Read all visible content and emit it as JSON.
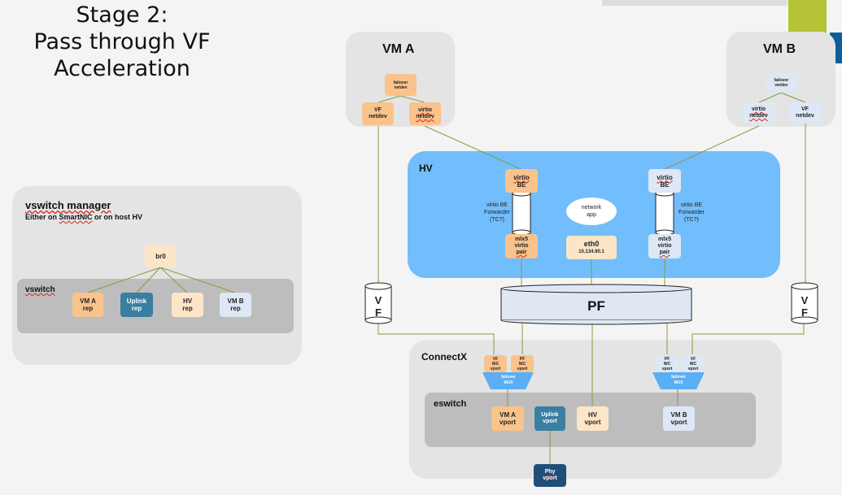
{
  "title": {
    "line1": "Stage 2:",
    "line2": "Pass through VF",
    "line3": "Acceleration"
  },
  "vswitch_manager": {
    "title": "vswitch manager",
    "subtitle_pre": "Either on ",
    "subtitle_smartnic": "SmartNIC",
    "subtitle_post": " or on host HV",
    "br0": "br0",
    "vswitch_label": "vswitch",
    "reps": [
      {
        "line1": "VM A",
        "line2": "rep"
      },
      {
        "line1": "Uplink",
        "line2": "rep"
      },
      {
        "line1": "HV",
        "line2": "rep"
      },
      {
        "line1": "VM B",
        "line2": "rep"
      }
    ]
  },
  "vm_a": {
    "label": "VM A",
    "failover": {
      "line1": "failover",
      "line2": "netdev"
    },
    "vf": {
      "line1": "VF",
      "line2": "netdev"
    },
    "virtio": {
      "line1": "virtio",
      "line2": "netdev"
    }
  },
  "vm_b": {
    "label": "VM B",
    "failover": {
      "line1": "failover",
      "line2": "netdev"
    },
    "virtio": {
      "line1": "virtio",
      "line2": "netdev"
    },
    "vf": {
      "line1": "VF",
      "line2": "netdev"
    }
  },
  "hv": {
    "label": "HV",
    "virtio_be_left": {
      "line1": "virtio",
      "line2": "BE"
    },
    "virtio_be_right": {
      "line1": "virtio",
      "line2": "BE"
    },
    "forwarder_left": {
      "line1": "virtio BE",
      "line2": "Forwarder",
      "line3": "(TC?)"
    },
    "forwarder_right": {
      "line1": "virtio BE",
      "line2": "Forwarder",
      "line3": "(TC?)"
    },
    "network_app": {
      "line1": "network",
      "line2": "app"
    },
    "mlx_left": {
      "line1": "mlx5",
      "line2": "virtio",
      "line3": "pair"
    },
    "mlx_right": {
      "line1": "mlx5",
      "line2": "virtio",
      "line3": "pair"
    },
    "eth0": {
      "line1": "eth0",
      "line2": "10.134.90.1"
    }
  },
  "vf_left": {
    "line1": "V",
    "line2": "F"
  },
  "vf_right": {
    "line1": "V",
    "line2": "F"
  },
  "pf": "PF",
  "connectx": {
    "label": "ConnectX",
    "nic_left_vf": {
      "line1": "VF",
      "line2": "NIC",
      "line3": "vport"
    },
    "nic_left_pf": {
      "line1": "PF",
      "line2": "NIC",
      "line3": "vport"
    },
    "nic_right_pf": {
      "line1": "PF",
      "line2": "NIC",
      "line3": "vport"
    },
    "nic_right_vf": {
      "line1": "VF",
      "line2": "NIC",
      "line3": "vport"
    },
    "mux_left": {
      "line1": "failover",
      "line2": "MUX"
    },
    "mux_right": {
      "line1": "failover",
      "line2": "MUX"
    },
    "eswitch": {
      "label": "eswitch",
      "vports": [
        {
          "line1": "VM A",
          "line2": "vport"
        },
        {
          "line1": "Uplink",
          "line2": "vport"
        },
        {
          "line1": "HV",
          "line2": "vport"
        },
        {
          "line1": "VM B",
          "line2": "vport"
        }
      ]
    },
    "phy": {
      "line1": "Phy",
      "line2": "vport"
    }
  },
  "colors": {
    "orange": "#f9c38b",
    "peach": "#fde5c8",
    "light_blue": "#dde7f5",
    "hv_blue": "#72bdfb",
    "teal": "#3a7ea0",
    "navy": "#1f4f79",
    "line": "#8b9a3c"
  }
}
